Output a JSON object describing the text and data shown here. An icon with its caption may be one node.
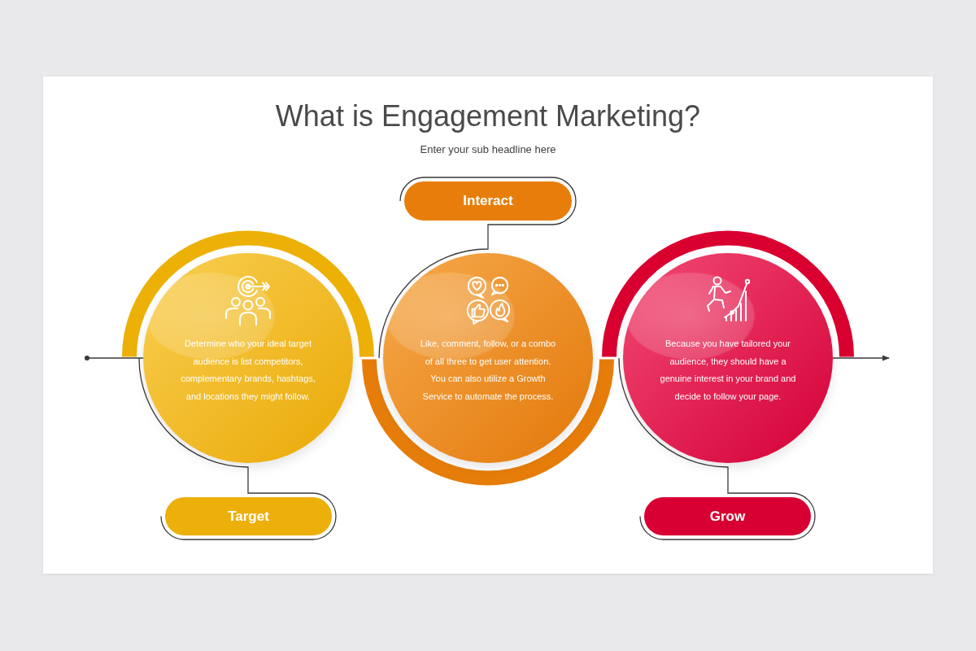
{
  "diagram": {
    "title": "What is Engagement Marketing?",
    "nodes": [
      {
        "text": [
          "Determine who your ideal target audience is list competitors, complementary brands, hashtags, and locations they might follow."
        ]
      },
      {
        "text": [
          "Target"
        ]
      },
      {
        "text": [
          "Like, comment, follow, or a combo of all three to get user attention. You can also utilize a Growth Service to automate the process."
        ]
      },
      {
        "text": [
          "Interact"
        ]
      },
      {
        "text": [
          "Because you have tailored your audience, they should have a genuine interest in your brand and decide to follow your page."
        ]
      },
      {
        "text": [
          "Grow"
        ]
      }
    ],
    "edges": [
      {
        "from": null,
        "to": 0,
        "arrow": "other"
      },
      {
        "from": 0,
        "to": 1,
        "arrow": "none"
      },
      {
        "from": 2,
        "to": 3,
        "arrow": "none"
      },
      {
        "from": 4,
        "to": 5,
        "arrow": "none"
      },
      {
        "from": 4,
        "to": null,
        "arrow": "to"
      }
    ],
    "labels": [
      "Enter your sub headline here"
    ]
  }
}
